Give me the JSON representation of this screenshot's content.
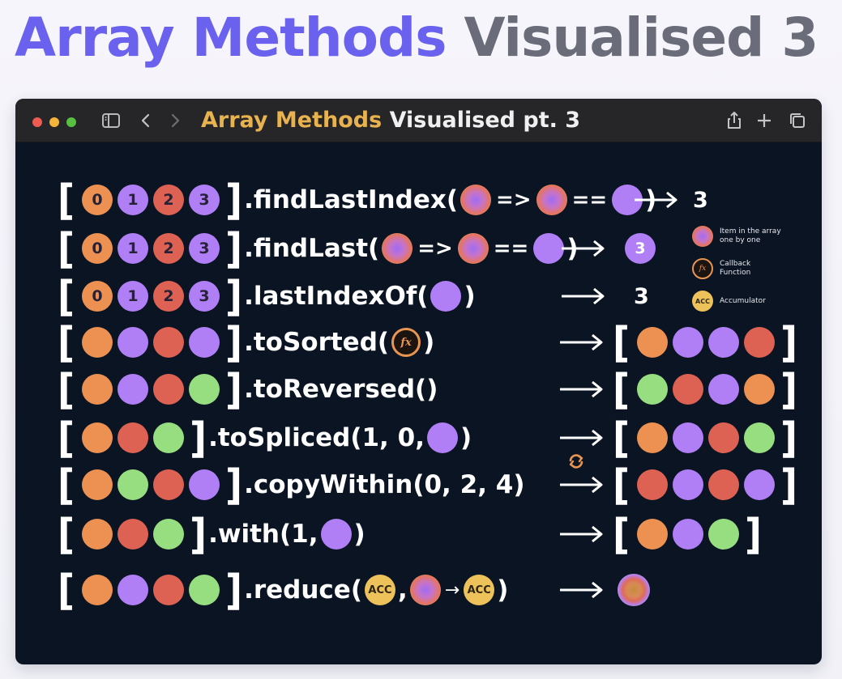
{
  "page_title": {
    "accent": "Array Methods",
    "rest": "Visualised 3"
  },
  "window": {
    "title_accent": "Array Methods",
    "title_rest": "Visualised pt. 3",
    "toolbar_icons": [
      "sidebar-icon",
      "chevron-left-icon",
      "chevron-right-icon",
      "share-icon",
      "plus-icon",
      "tabs-icon"
    ]
  },
  "colors": {
    "orange": "#ec9152",
    "purple": "#b07ef5",
    "red": "#de6253",
    "green": "#97de80",
    "accent_purple": "#6a62ee",
    "accent_gold": "#e8b24e",
    "background": "#0b1422"
  },
  "legend": {
    "item": "Item in the array one by one",
    "callback": "Callback Function",
    "accumulator": "Accumulator",
    "acc_badge": "ACC",
    "fx_badge": "fx"
  },
  "rows": [
    {
      "input_labels": [
        "0",
        "1",
        "2",
        "3"
      ],
      "method": ".findLastIndex(",
      "arrow_op": "=>",
      "eq_op": "==",
      "close": ")",
      "result_text": "3"
    },
    {
      "input_labels": [
        "0",
        "1",
        "2",
        "3"
      ],
      "method": ".findLast(",
      "arrow_op": "=>",
      "eq_op": "==",
      "close": ")",
      "result_text": "3"
    },
    {
      "input_labels": [
        "0",
        "1",
        "2",
        "3"
      ],
      "method": ".lastIndexOf(",
      "close": ")",
      "result_text": "3"
    },
    {
      "method": ".toSorted(",
      "close": ")"
    },
    {
      "method": ".toReversed()"
    },
    {
      "method": ".toSpliced(1, 0,",
      "close": ")"
    },
    {
      "method": ".copyWithin(0, 2, 4)"
    },
    {
      "method": ".with(1,",
      "close": ")"
    },
    {
      "method": ".reduce(",
      "comma": ",",
      "close": ")",
      "acc_label": "ACC"
    }
  ]
}
